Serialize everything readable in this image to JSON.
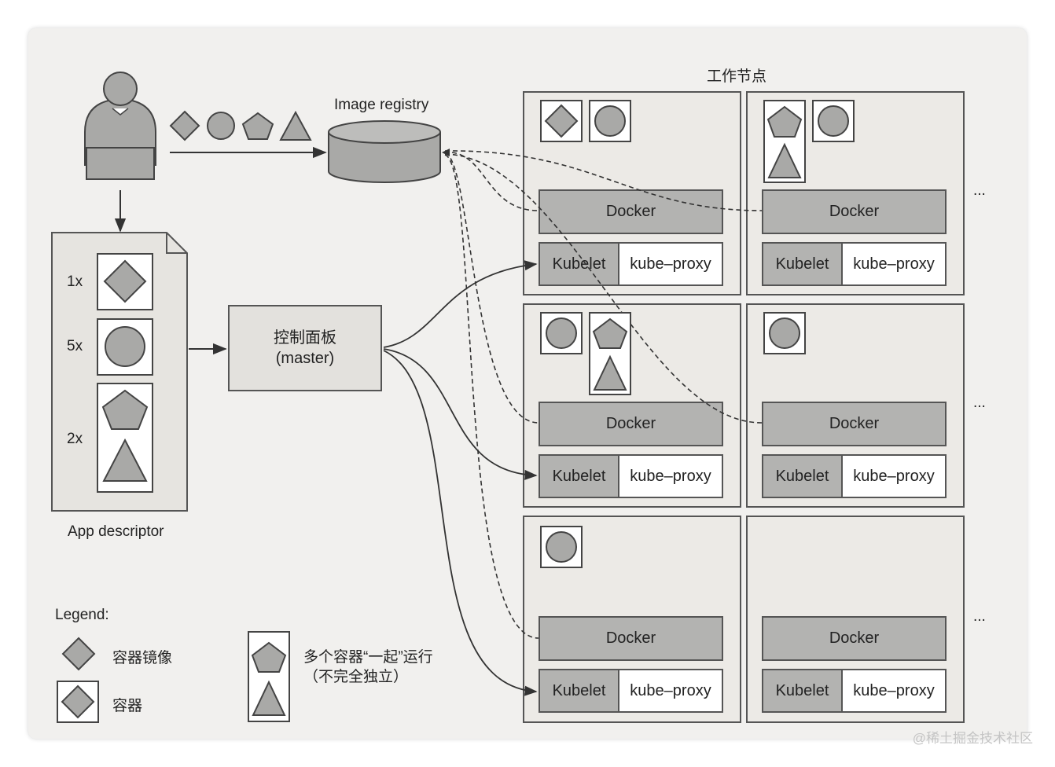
{
  "work_nodes_title": "工作节点",
  "image_registry": "Image registry",
  "control_plane": {
    "line1": "控制面板",
    "line2": "(master)"
  },
  "app_descriptor": {
    "label": "App descriptor",
    "rows": [
      {
        "count": "1x"
      },
      {
        "count": "5x"
      },
      {
        "count": "2x"
      }
    ]
  },
  "node_labels": {
    "docker": "Docker",
    "kubelet": "Kubelet",
    "kube_proxy": "kube–proxy"
  },
  "ellipsis": "...",
  "legend": {
    "title": "Legend:",
    "image_label": "容器镜像",
    "container_label": "容器",
    "pod_label_line1": "多个容器“一起”运行",
    "pod_label_line2": "（不完全独立）"
  },
  "watermark": "@稀土掘金技术社区",
  "colors": {
    "shape_fill": "#a9a9a7",
    "box_gray": "#b3b3b1",
    "stroke": "#444444"
  }
}
